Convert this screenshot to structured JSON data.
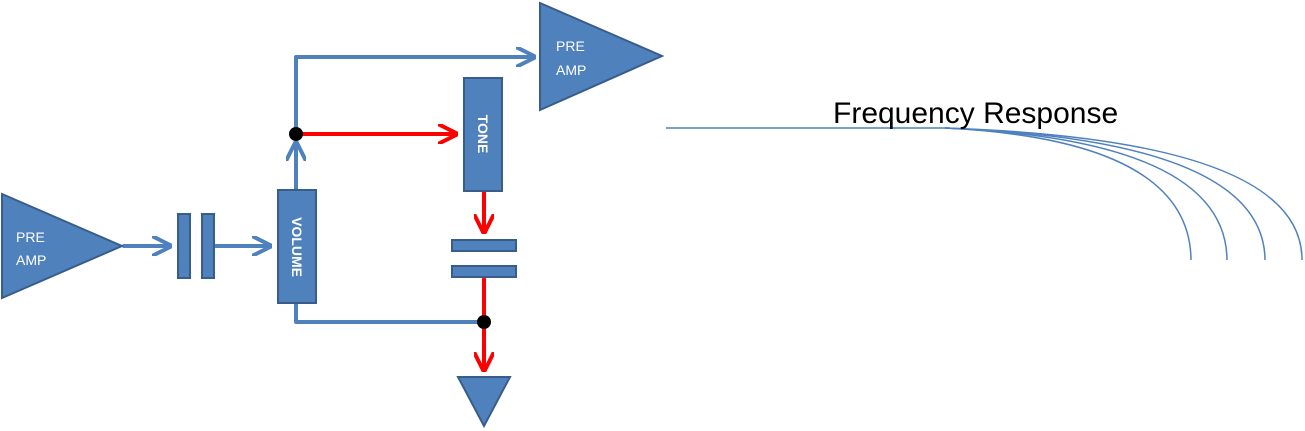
{
  "blocks": {
    "preamp_input": {
      "line1": "PRE",
      "line2": "AMP"
    },
    "preamp_output": {
      "line1": "PRE",
      "line2": "AMP"
    },
    "volume": {
      "label": "VOLUME"
    },
    "tone": {
      "label": "TONE"
    }
  },
  "frequency_response": {
    "title": "Frequency Response"
  },
  "colors": {
    "block_fill": "#4f81bd",
    "block_stroke": "#385d8a",
    "wire_blue": "#4f81bd",
    "wire_red": "#ff0000",
    "junction": "#000000",
    "curve": "#4f81bd"
  }
}
